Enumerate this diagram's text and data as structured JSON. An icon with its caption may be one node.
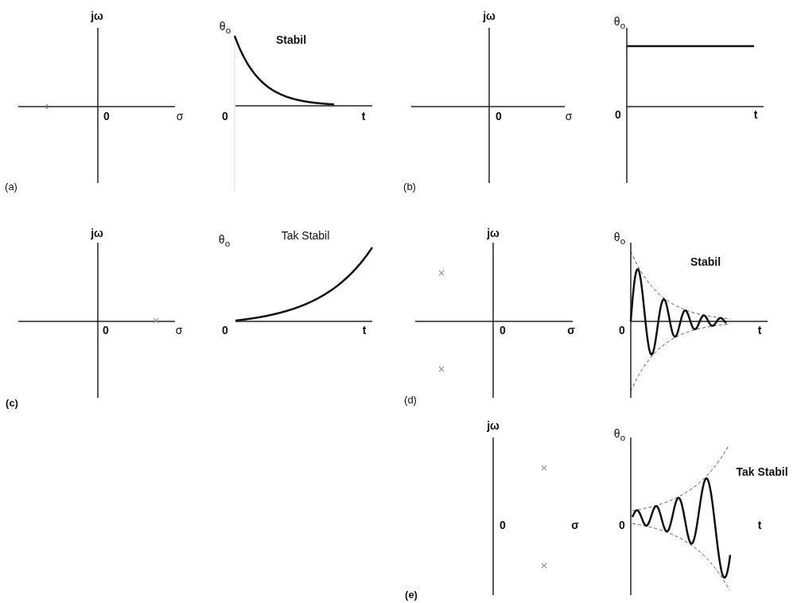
{
  "diagram": {
    "labels": [
      "jω",
      "0",
      "σ",
      "θ$_{o}$",
      "Stabil",
      "0",
      "t",
      "(a)",
      "jω",
      "0",
      "σ",
      "θ$_{o}$",
      "0",
      "t",
      "(b)",
      "jω",
      "0",
      "σ",
      "θ$_{o}$",
      "Tak Stabil",
      "0",
      "t",
      "(c)",
      "jω",
      "0",
      "σ",
      "θ$_{o}$",
      "Stabil",
      "0",
      "t",
      "(d)",
      "jω",
      "0",
      "σ",
      "θ$_{o}$",
      "Tak Stabil",
      "0",
      "t",
      "(e)"
    ]
  }
}
